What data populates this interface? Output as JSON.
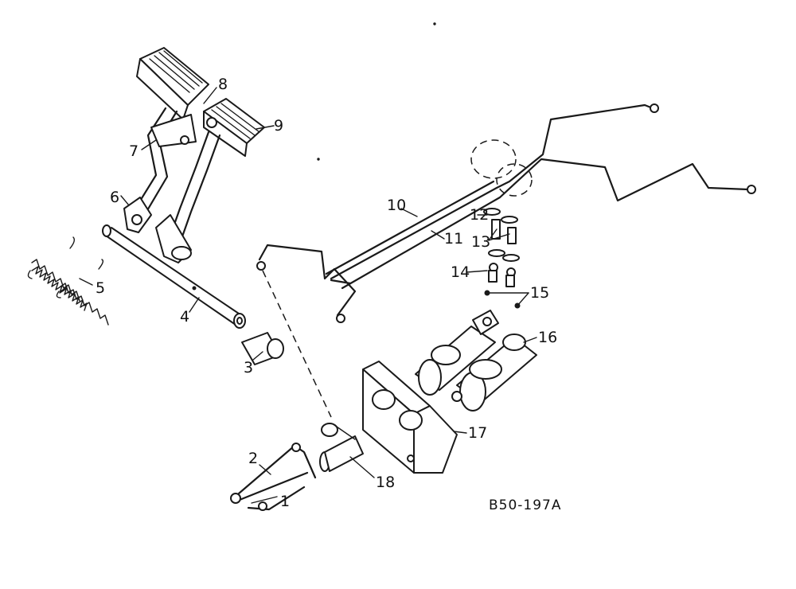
{
  "diagram": {
    "reference_code": "B50-197A",
    "callouts": [
      "1",
      "2",
      "3",
      "4",
      "5",
      "6",
      "7",
      "8",
      "9",
      "10",
      "11",
      "12",
      "13",
      "14",
      "15",
      "16",
      "17",
      "18"
    ]
  }
}
